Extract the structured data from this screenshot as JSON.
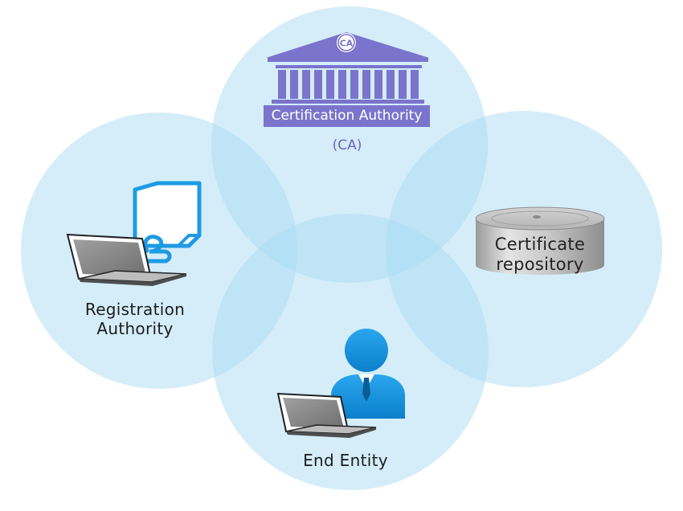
{
  "nodes": {
    "ca": {
      "name": "Certification Authority",
      "abbrev": "(CA)",
      "seal_text": "CA"
    },
    "ra": {
      "line1": "Registration",
      "line2": "Authority"
    },
    "repository": {
      "line1": "Certificate",
      "line2": "repository"
    },
    "end_entity": {
      "label": "End Entity"
    }
  },
  "colors": {
    "circle_fill": "#d3ecf8",
    "overlap_fill": "#a3d7f1",
    "ca_building": "#7b74cc",
    "document_outline": "#1d9be3",
    "person": "#168fdb",
    "laptop_body": "#868686"
  },
  "icons": [
    "bank-building-icon",
    "document-e-icon",
    "laptop-icon",
    "user-icon",
    "database-cylinder-icon"
  ]
}
